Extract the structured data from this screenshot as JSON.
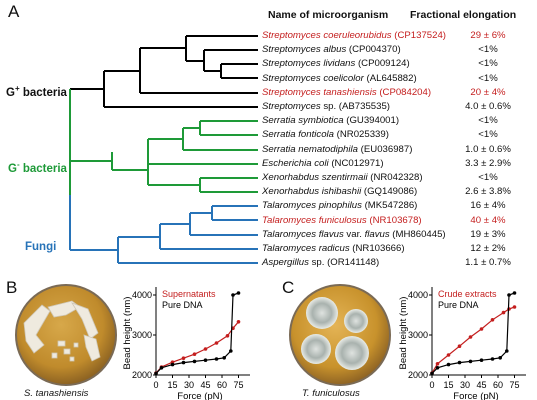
{
  "panel_labels": {
    "a": "A",
    "b": "B",
    "c": "C"
  },
  "headers": {
    "organism": "Name of microorganism",
    "elongation": "Fractional elongation"
  },
  "groups": {
    "g_pos": {
      "label": "G",
      "sup": "+",
      "suffix": " bacteria",
      "color": "#000000"
    },
    "g_neg": {
      "label": "G",
      "sup": "-",
      "suffix": " bacteria",
      "color": "#1e9a38"
    },
    "fungi": {
      "label": "Fungi",
      "color": "#2773b8"
    }
  },
  "organisms": [
    {
      "name": "Streptomyces coeruleorubidus",
      "acc": " (CP137524)",
      "value": "29 ± 6%",
      "highlight": true
    },
    {
      "name": "Streptomyces albus",
      "acc": " (CP004370)",
      "value": "<1%",
      "highlight": false
    },
    {
      "name": "Streptomyces lividans",
      "acc": " (CP009124)",
      "value": "<1%",
      "highlight": false
    },
    {
      "name": "Streptomyces coelicolor",
      "acc": " (AL645882)",
      "value": "<1%",
      "highlight": false
    },
    {
      "name": "Streptomyces tanashiensis",
      "acc": " (CP084204)",
      "value": "20 ± 4%",
      "highlight": true
    },
    {
      "name": "Streptomyces",
      "acc": " sp. (AB735535)",
      "value": "4.0 ± 0.6%",
      "highlight": false
    },
    {
      "name": "Serratia symbiotica",
      "acc": " (GU394001)",
      "value": "<1%",
      "highlight": false
    },
    {
      "name": "Serratia fonticola",
      "acc": " (NR025339)",
      "value": "<1%",
      "highlight": false
    },
    {
      "name": "Serratia nematodiphila",
      "acc": " (EU036987)",
      "value": "1.0 ± 0.6%",
      "highlight": false
    },
    {
      "name": "Escherichia coli",
      "acc": " (NC012971)",
      "value": "3.3 ± 2.9%",
      "highlight": false
    },
    {
      "name": "Xenorhabdus szentirmaii",
      "acc": " (NR042328)",
      "value": "<1%",
      "highlight": false
    },
    {
      "name": "Xenorhabdus ishibashii",
      "acc": " (GQ149086)",
      "value": "2.6 ± 3.8%",
      "highlight": false
    },
    {
      "name": "Talaromyces pinophilus",
      "acc": " (MK547286)",
      "value": "16 ± 4%",
      "highlight": false
    },
    {
      "name": "Talaromyces funiculosus",
      "acc": " (NR103678)",
      "value": "40 ± 4%",
      "highlight": true
    },
    {
      "name": "Talaromyces flavus",
      "acc": " var. ",
      "acc2": "flavus",
      "acc3": " (MH860445)",
      "value": "19 ± 3%",
      "highlight": false
    },
    {
      "name": "Talaromyces radicus",
      "acc": " (NR103666)",
      "value": "12 ± 2%",
      "highlight": false
    },
    {
      "name": "Aspergillus",
      "acc": " sp. (OR141148)",
      "value": "1.1 ± 0.7%",
      "highlight": false
    }
  ],
  "captions": {
    "b": "S. tanashiensis",
    "c": "T. funiculosus"
  },
  "colors": {
    "red": "#c41e1e",
    "black": "#000000",
    "green": "#1e9a38",
    "blue": "#2773b8",
    "plate": "#c9962e"
  },
  "chart_data": [
    {
      "type": "line",
      "xlabel": "Force (pN)",
      "ylabel": "Bead height (nm)",
      "xlim": [
        0,
        80
      ],
      "ylim": [
        2000,
        4100
      ],
      "xticks": [
        "0",
        "15",
        "30",
        "45",
        "60",
        "75"
      ],
      "yticks": [
        "2000",
        "3000",
        "4000"
      ],
      "series": [
        {
          "name": "Supernatants",
          "color": "#c41e1e",
          "x": [
            0,
            5,
            15,
            25,
            35,
            45,
            55,
            65,
            70,
            75
          ],
          "y": [
            2050,
            2200,
            2320,
            2420,
            2520,
            2650,
            2800,
            2980,
            3170,
            3330
          ]
        },
        {
          "name": "Pure DNA",
          "color": "#000000",
          "x": [
            0,
            5,
            15,
            25,
            35,
            45,
            55,
            62,
            68,
            70,
            75
          ],
          "y": [
            2040,
            2180,
            2260,
            2310,
            2340,
            2370,
            2400,
            2430,
            2600,
            4000,
            4050
          ]
        }
      ]
    },
    {
      "type": "line",
      "xlabel": "Force (pN)",
      "ylabel": "Bead height (nm)",
      "xlim": [
        0,
        80
      ],
      "ylim": [
        2000,
        4100
      ],
      "xticks": [
        "0",
        "15",
        "30",
        "45",
        "60",
        "75"
      ],
      "yticks": [
        "2000",
        "3000",
        "4000"
      ],
      "series": [
        {
          "name": "Crude extracts",
          "color": "#c41e1e",
          "x": [
            0,
            5,
            15,
            25,
            35,
            45,
            55,
            65,
            70,
            75
          ],
          "y": [
            2050,
            2280,
            2500,
            2720,
            2950,
            3150,
            3380,
            3560,
            3650,
            3700
          ]
        },
        {
          "name": "Pure DNA",
          "color": "#000000",
          "x": [
            0,
            5,
            15,
            25,
            35,
            45,
            55,
            62,
            68,
            70,
            75
          ],
          "y": [
            2040,
            2180,
            2260,
            2310,
            2340,
            2370,
            2400,
            2430,
            2600,
            4000,
            4050
          ]
        }
      ]
    }
  ]
}
